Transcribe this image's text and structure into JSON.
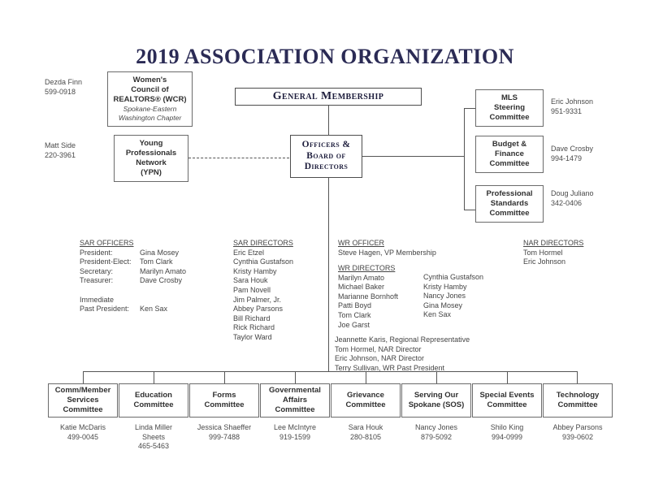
{
  "title": "2019 ASSOCIATION ORGANIZATION",
  "boxes": {
    "wcr": {
      "line1": "Women's",
      "line2": "Council of",
      "line3": "REALTORS® (WCR)",
      "sub1": "Spokane-Eastern",
      "sub2": "Washington Chapter"
    },
    "ypn": {
      "line1": "Young",
      "line2": "Professionals",
      "line3": "Network",
      "line4": "(YPN)"
    },
    "general_membership": {
      "line1": "General Membership"
    },
    "officers_board": {
      "line1": "Officers &",
      "line2": "Board of",
      "line3": "Directors"
    },
    "mls": {
      "line1": "MLS",
      "line2": "Steering",
      "line3": "Committee"
    },
    "budget": {
      "line1": "Budget &",
      "line2": "Finance",
      "line3": "Committee"
    },
    "professional": {
      "line1": "Professional",
      "line2": "Standards",
      "line3": "Committee"
    }
  },
  "contacts": {
    "wcr": {
      "name": "Dezda Finn",
      "phone": "599-0918"
    },
    "ypn": {
      "name": "Matt Side",
      "phone": "220-3961"
    },
    "mls": {
      "name": "Eric Johnson",
      "phone": "951-9331"
    },
    "budget": {
      "name": "Dave Crosby",
      "phone": "994-1479"
    },
    "professional": {
      "name": "Doug Juliano",
      "phone": "342-0406"
    }
  },
  "sar_officers": {
    "heading": "SAR OFFICERS",
    "rows": [
      {
        "label": "President:",
        "name": "Gina Mosey"
      },
      {
        "label": "President-Elect:",
        "name": "Tom Clark"
      },
      {
        "label": "Secretary:",
        "name": "Marilyn Amato"
      },
      {
        "label": "Treasurer:",
        "name": "Dave Crosby"
      }
    ],
    "immediate_label": "Immediate",
    "past_label": "Past President:",
    "past_name": "Ken Sax"
  },
  "sar_directors": {
    "heading": "SAR DIRECTORS",
    "names": [
      "Eric Etzel",
      "Cynthia Gustafson",
      "Kristy Hamby",
      "Sara Houk",
      "Pam Novell",
      "Jim Palmer, Jr.",
      "Abbey Parsons",
      "Bill Richard",
      "Rick Richard",
      "Taylor Ward"
    ]
  },
  "wr_officer": {
    "heading": "WR OFFICER",
    "name": "Steve Hagen, VP Membership"
  },
  "wr_directors": {
    "heading": "WR DIRECTORS",
    "col1": [
      "Marilyn Amato",
      "Michael Baker",
      "Marianne Bornhoft",
      "Patti Boyd",
      "Tom Clark",
      "Joe Garst"
    ],
    "col2": [
      "Cynthia Gustafson",
      "Kristy Hamby",
      "Nancy Jones",
      "Gina Mosey",
      "Ken Sax"
    ]
  },
  "representatives": [
    "Jeannette Karis, Regional Representative",
    "Tom Hormel, NAR Director",
    "Eric Johnson, NAR Director",
    "Terry Sullivan, WR Past President"
  ],
  "nar_directors": {
    "heading": "NAR DIRECTORS",
    "names": [
      "Tom Hormel",
      "Eric Johnson"
    ]
  },
  "committees": [
    {
      "line1": "Comm/Member",
      "line2": "Services",
      "line3": "Committee",
      "contact_name": "Katie McDaris",
      "contact_name2": "",
      "phone": "499-0045"
    },
    {
      "line1": "Education",
      "line2": "Committee",
      "line3": "",
      "contact_name": "Linda Miller",
      "contact_name2": "Sheets",
      "phone": "465-5463"
    },
    {
      "line1": "Forms",
      "line2": "Committee",
      "line3": "",
      "contact_name": "Jessica Shaeffer",
      "contact_name2": "",
      "phone": "999-7488"
    },
    {
      "line1": "Governmental",
      "line2": "Affairs",
      "line3": "Committee",
      "contact_name": "Lee McIntyre",
      "contact_name2": "",
      "phone": "919-1599"
    },
    {
      "line1": "Grievance",
      "line2": "Committee",
      "line3": "",
      "contact_name": "Sara Houk",
      "contact_name2": "",
      "phone": "280-8105"
    },
    {
      "line1": "Serving Our",
      "line2": "Spokane (SOS)",
      "line3": "",
      "contact_name": "Nancy Jones",
      "contact_name2": "",
      "phone": "879-5092"
    },
    {
      "line1": "Special Events",
      "line2": "Committee",
      "line3": "",
      "contact_name": "Shilo King",
      "contact_name2": "",
      "phone": "994-0999"
    },
    {
      "line1": "Technology",
      "line2": "Committee",
      "line3": "",
      "contact_name": "Abbey Parsons",
      "contact_name2": "",
      "phone": "939-0602"
    }
  ],
  "colors": {
    "title": "#2b2b55",
    "box_border": "#6b6b6b",
    "line": "#555555",
    "text": "#444444"
  }
}
